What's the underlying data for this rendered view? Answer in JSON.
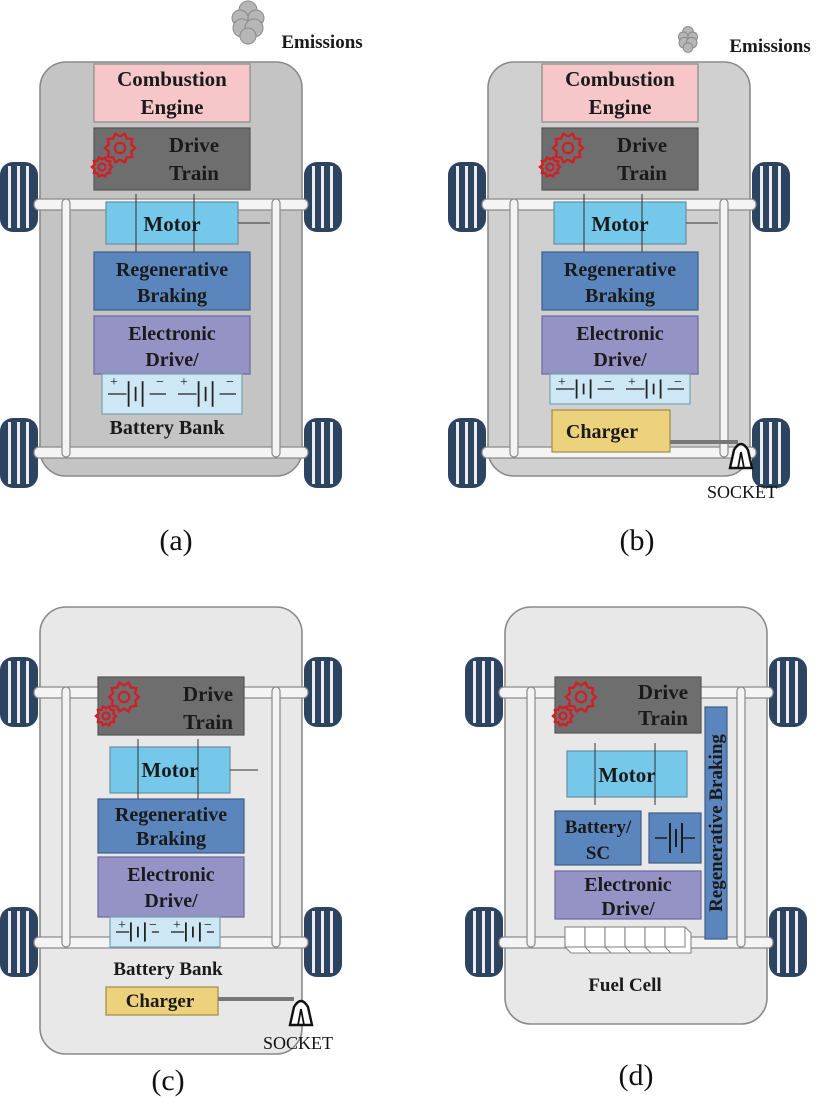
{
  "colors": {
    "body_dark": "#c4c4c4",
    "body_mid": "#d0d0d0",
    "body_light": "#e8e8e8",
    "engine": "#f6c6c8",
    "drive_train": "#6e6e6e",
    "motor": "#76c8ea",
    "regen": "#5a86bd",
    "electronic": "#9593c6",
    "battery": "#cde8f4",
    "charger": "#ecd27c",
    "wheel": "#2c4460",
    "gear": "#d21f26"
  },
  "panels": [
    {
      "caption": "(a)",
      "emissions": "Emissions",
      "engine": [
        "Combustion",
        "Engine"
      ],
      "drive": [
        "Drive",
        "Train"
      ],
      "motor": "Motor",
      "regen": [
        "Regenerative",
        "Braking"
      ],
      "electronic": [
        "Electronic",
        "Drive/"
      ],
      "battery_label": "Battery Bank"
    },
    {
      "caption": "(b)",
      "emissions": "Emissions",
      "engine": [
        "Combustion",
        "Engine"
      ],
      "drive": [
        "Drive",
        "Train"
      ],
      "motor": "Motor",
      "regen": [
        "Regenerative",
        "Braking"
      ],
      "electronic": [
        "Electronic",
        "Drive/"
      ],
      "charger": "Charger",
      "socket": "SOCKET"
    },
    {
      "caption": "(c)",
      "drive": [
        "Drive",
        "Train"
      ],
      "motor": "Motor",
      "regen": [
        "Regenerative",
        "Braking"
      ],
      "electronic": [
        "Electronic",
        "Drive/"
      ],
      "battery_label": "Battery Bank",
      "charger": "Charger",
      "socket": "SOCKET"
    },
    {
      "caption": "(d)",
      "drive": [
        "Drive",
        "Train"
      ],
      "motor": "Motor",
      "battery_sc": [
        "Battery/",
        "SC"
      ],
      "regen_vertical": "Regenerative Braking",
      "electronic": [
        "Electronic",
        "Drive/"
      ],
      "fuel_cell": "Fuel Cell"
    }
  ]
}
